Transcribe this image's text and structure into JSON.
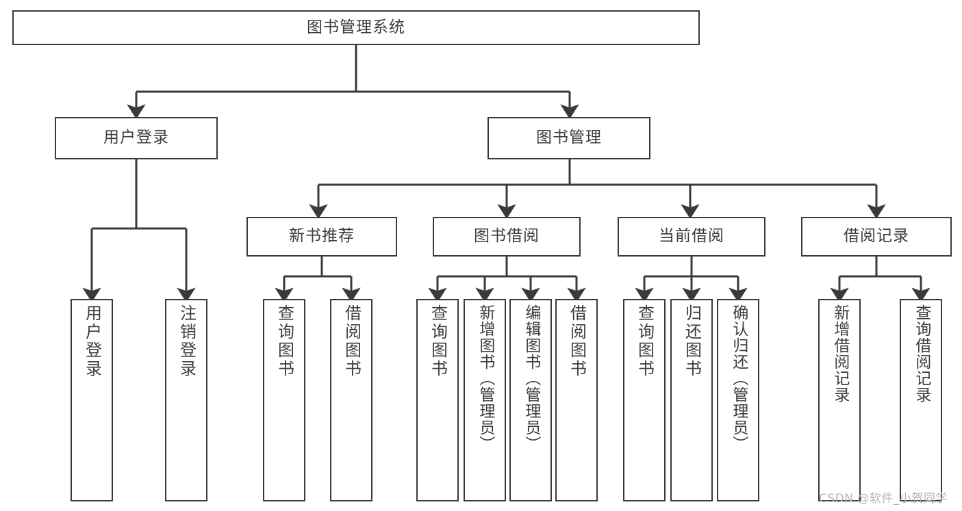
{
  "diagram": {
    "type": "tree",
    "title": "图书管理系统",
    "root": {
      "label": "图书管理系统"
    },
    "level2": [
      {
        "label": "用户登录"
      },
      {
        "label": "图书管理"
      }
    ],
    "level3": [
      {
        "label": "新书推荐"
      },
      {
        "label": "图书借阅"
      },
      {
        "label": "当前借阅"
      },
      {
        "label": "借阅记录"
      }
    ],
    "leaves": {
      "user_login": [
        {
          "label": "用户登录"
        },
        {
          "label": "注销登录"
        }
      ],
      "new_book_recommend": [
        {
          "label": "查询图书"
        },
        {
          "label": "借阅图书"
        }
      ],
      "book_borrow": [
        {
          "label": "查询图书"
        },
        {
          "label": "新增图书（管理员）"
        },
        {
          "label": "编辑图书（管理员）"
        },
        {
          "label": "借阅图书"
        }
      ],
      "current_borrow": [
        {
          "label": "查询图书"
        },
        {
          "label": "归还图书"
        },
        {
          "label": "确认归还（管理员）"
        }
      ],
      "borrow_record": [
        {
          "label": "新增借阅记录"
        },
        {
          "label": "查询借阅记录"
        }
      ]
    }
  },
  "watermark": {
    "text": "CSDN @软件_小贺同学"
  },
  "colors": {
    "border": "#3a3a3a",
    "text": "#3d3d3d",
    "background": "#ffffff",
    "watermark": "#b6b6b6"
  }
}
